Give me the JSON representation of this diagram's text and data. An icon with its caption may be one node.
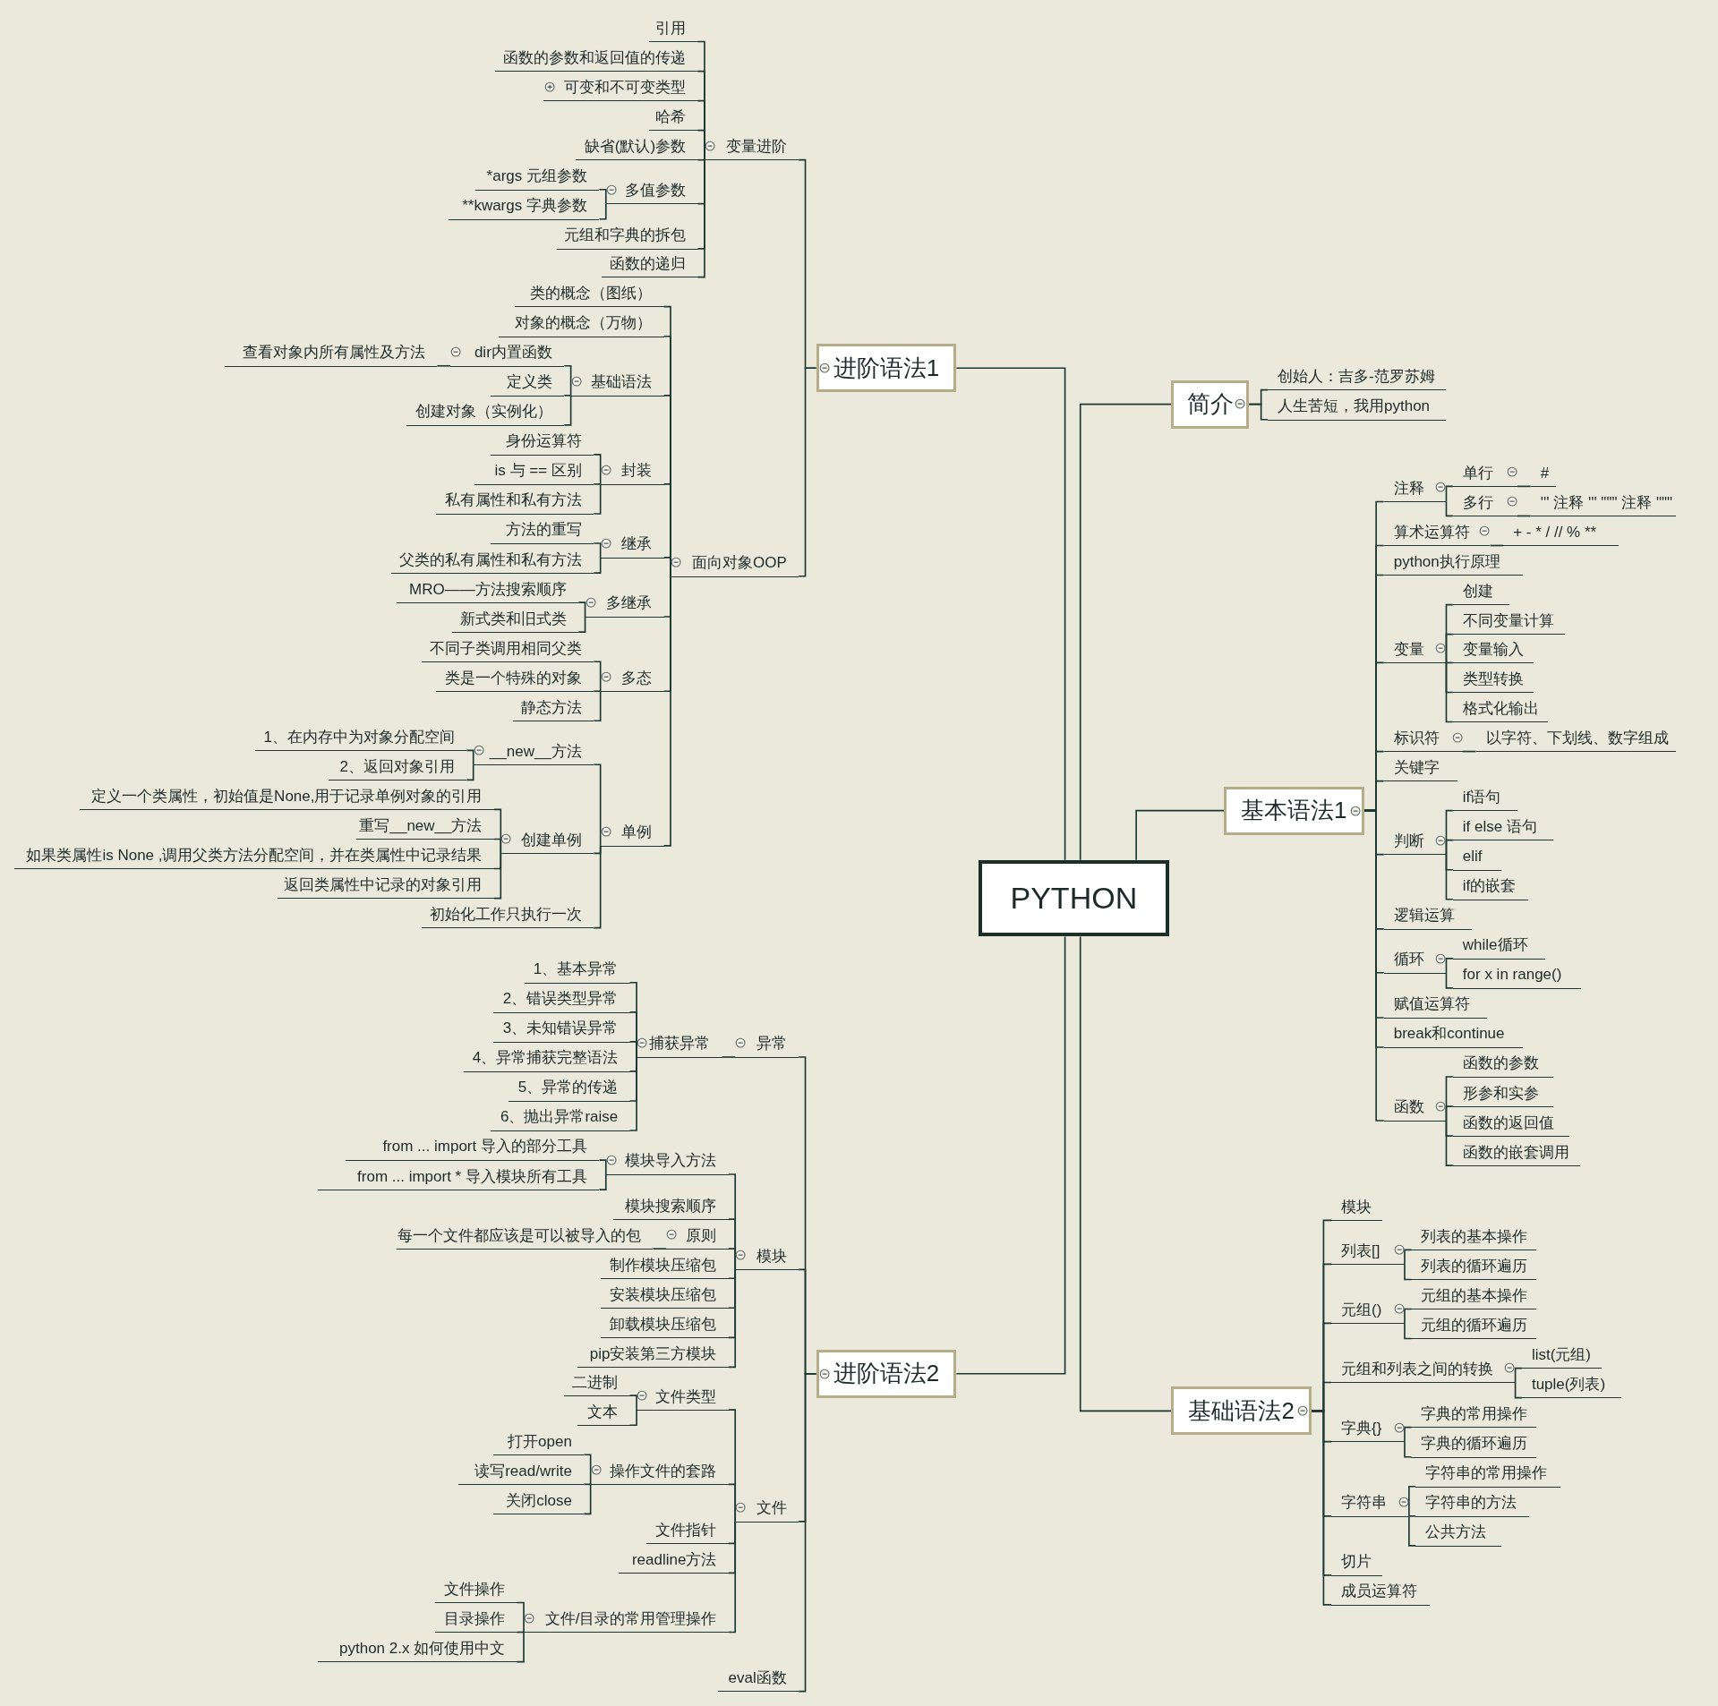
{
  "diagram": {
    "nodes": [
      {
        "text": [
          "PYTHON"
        ]
      },
      {
        "text": [
          "进阶语法1"
        ]
      },
      {
        "text": [
          "变量进阶"
        ]
      },
      {
        "text": [
          "引用"
        ]
      },
      {
        "text": [
          "函数的参数和返回值的传递"
        ]
      },
      {
        "text": [
          "可变和不可变类型"
        ]
      },
      {
        "text": [
          "哈希"
        ]
      },
      {
        "text": [
          "缺省(默认)参数"
        ]
      },
      {
        "text": [
          "多值参数"
        ]
      },
      {
        "text": [
          "*args 元组参数"
        ]
      },
      {
        "text": [
          "**kwargs 字典参数"
        ]
      },
      {
        "text": [
          "元组和字典的拆包"
        ]
      },
      {
        "text": [
          "函数的递归"
        ]
      },
      {
        "text": [
          "面向对象OOP"
        ]
      },
      {
        "text": [
          "类的概念（图纸）"
        ]
      },
      {
        "text": [
          "对象的概念（万物）"
        ]
      },
      {
        "text": [
          "基础语法"
        ]
      },
      {
        "text": [
          "dir内置函数"
        ]
      },
      {
        "text": [
          "查看对象内所有属性及方法"
        ]
      },
      {
        "text": [
          "定义类"
        ]
      },
      {
        "text": [
          "创建对象（实例化）"
        ]
      },
      {
        "text": [
          "封装"
        ]
      },
      {
        "text": [
          "身份运算符"
        ]
      },
      {
        "text": [
          "is 与 == 区别"
        ]
      },
      {
        "text": [
          "私有属性和私有方法"
        ]
      },
      {
        "text": [
          "继承"
        ]
      },
      {
        "text": [
          "方法的重写"
        ]
      },
      {
        "text": [
          "父类的私有属性和私有方法"
        ]
      },
      {
        "text": [
          "多继承"
        ]
      },
      {
        "text": [
          "MRO——方法搜索顺序"
        ]
      },
      {
        "text": [
          "新式类和旧式类"
        ]
      },
      {
        "text": [
          "多态"
        ]
      },
      {
        "text": [
          "不同子类调用相同父类"
        ]
      },
      {
        "text": [
          "类是一个特殊的对象"
        ]
      },
      {
        "text": [
          "静态方法"
        ]
      },
      {
        "text": [
          "单例"
        ]
      },
      {
        "text": [
          "__new__方法"
        ]
      },
      {
        "text": [
          "1、在内存中为对象分配空间"
        ]
      },
      {
        "text": [
          "2、返回对象引用"
        ]
      },
      {
        "text": [
          "创建单例"
        ]
      },
      {
        "text": [
          "定义一个类属性，初始值是None,用于记录单例对象的引用"
        ]
      },
      {
        "text": [
          "重写__new__方法"
        ]
      },
      {
        "text": [
          "如果类属性is None ,调用父类方法分配空间，并在类属性中记录结果"
        ]
      },
      {
        "text": [
          "返回类属性中记录的对象引用"
        ]
      },
      {
        "text": [
          "初始化工作只执行一次"
        ]
      },
      {
        "text": [
          "进阶语法2"
        ]
      },
      {
        "text": [
          "异常"
        ]
      },
      {
        "text": [
          "捕获异常"
        ]
      },
      {
        "text": [
          "1、基本异常"
        ]
      },
      {
        "text": [
          "2、错误类型异常"
        ]
      },
      {
        "text": [
          "3、未知错误异常"
        ]
      },
      {
        "text": [
          "4、异常捕获完整语法"
        ]
      },
      {
        "text": [
          "5、异常的传递"
        ]
      },
      {
        "text": [
          "6、抛出异常raise"
        ]
      },
      {
        "text": [
          "模块"
        ]
      },
      {
        "text": [
          "模块导入方法"
        ]
      },
      {
        "text": [
          "from ... import 导入的部分工具"
        ]
      },
      {
        "text": [
          "from ... import * 导入模块所有工具"
        ]
      },
      {
        "text": [
          "模块搜索顺序"
        ]
      },
      {
        "text": [
          "原则"
        ]
      },
      {
        "text": [
          "每一个文件都应该是可以被导入的包"
        ]
      },
      {
        "text": [
          "制作模块压缩包"
        ]
      },
      {
        "text": [
          "安装模块压缩包"
        ]
      },
      {
        "text": [
          "卸载模块压缩包"
        ]
      },
      {
        "text": [
          "pip安装第三方模块"
        ]
      },
      {
        "text": [
          "文件"
        ]
      },
      {
        "text": [
          "文件类型"
        ]
      },
      {
        "text": [
          "二进制"
        ]
      },
      {
        "text": [
          "文本"
        ]
      },
      {
        "text": [
          "操作文件的套路"
        ]
      },
      {
        "text": [
          "打开open"
        ]
      },
      {
        "text": [
          "读写read/write"
        ]
      },
      {
        "text": [
          "关闭close"
        ]
      },
      {
        "text": [
          "文件指针"
        ]
      },
      {
        "text": [
          "readline方法"
        ]
      },
      {
        "text": [
          "文件/目录的常用管理操作"
        ]
      },
      {
        "text": [
          "文件操作"
        ]
      },
      {
        "text": [
          "目录操作"
        ]
      },
      {
        "text": [
          "python 2.x 如何使用中文"
        ]
      },
      {
        "text": [
          "eval函数"
        ]
      },
      {
        "text": [
          "简介"
        ]
      },
      {
        "text": [
          "创始人：吉多-范罗苏姆"
        ]
      },
      {
        "text": [
          "人生苦短，我用python"
        ]
      },
      {
        "text": [
          "基本语法1"
        ]
      },
      {
        "text": [
          "注释"
        ]
      },
      {
        "text": [
          "单行"
        ]
      },
      {
        "text": [
          "#"
        ]
      },
      {
        "text": [
          "多行"
        ]
      },
      {
        "text": [
          "''' 注释 ''' \"\"\" 注释 \"\"\""
        ]
      },
      {
        "text": [
          "算术运算符"
        ]
      },
      {
        "text": [
          "+ - * / // % **"
        ]
      },
      {
        "text": [
          "python执行原理"
        ]
      },
      {
        "text": [
          "变量"
        ]
      },
      {
        "text": [
          "创建"
        ]
      },
      {
        "text": [
          "不同变量计算"
        ]
      },
      {
        "text": [
          "变量输入"
        ]
      },
      {
        "text": [
          "类型转换"
        ]
      },
      {
        "text": [
          "格式化输出"
        ]
      },
      {
        "text": [
          "标识符"
        ]
      },
      {
        "text": [
          "以字符、下划线、数字组成"
        ]
      },
      {
        "text": [
          "关键字"
        ]
      },
      {
        "text": [
          "判断"
        ]
      },
      {
        "text": [
          "if语句"
        ]
      },
      {
        "text": [
          "if else 语句"
        ]
      },
      {
        "text": [
          "elif"
        ]
      },
      {
        "text": [
          "if的嵌套"
        ]
      },
      {
        "text": [
          "逻辑运算"
        ]
      },
      {
        "text": [
          "循环"
        ]
      },
      {
        "text": [
          "while循环"
        ]
      },
      {
        "text": [
          "for x in range()"
        ]
      },
      {
        "text": [
          "赋值运算符"
        ]
      },
      {
        "text": [
          "break和continue"
        ]
      },
      {
        "text": [
          "函数"
        ]
      },
      {
        "text": [
          "函数的参数"
        ]
      },
      {
        "text": [
          "形参和实参"
        ]
      },
      {
        "text": [
          "函数的返回值"
        ]
      },
      {
        "text": [
          "函数的嵌套调用"
        ]
      },
      {
        "text": [
          "基础语法2"
        ]
      },
      {
        "text": [
          "模块"
        ]
      },
      {
        "text": [
          "列表[]"
        ]
      },
      {
        "text": [
          "列表的基本操作"
        ]
      },
      {
        "text": [
          "列表的循环遍历"
        ]
      },
      {
        "text": [
          "元组()"
        ]
      },
      {
        "text": [
          "元组的基本操作"
        ]
      },
      {
        "text": [
          "元组的循环遍历"
        ]
      },
      {
        "text": [
          "元组和列表之间的转换"
        ]
      },
      {
        "text": [
          "list(元组)"
        ]
      },
      {
        "text": [
          "tuple(列表)"
        ]
      },
      {
        "text": [
          "字典{}"
        ]
      },
      {
        "text": [
          "字典的常用操作"
        ]
      },
      {
        "text": [
          "字典的循环遍历"
        ]
      },
      {
        "text": [
          "字符串"
        ]
      },
      {
        "text": [
          "字符串的常用操作"
        ]
      },
      {
        "text": [
          "字符串的方法"
        ]
      },
      {
        "text": [
          "公共方法"
        ]
      },
      {
        "text": [
          "切片"
        ]
      },
      {
        "text": [
          "成员运算符"
        ]
      }
    ],
    "edges": [
      {
        "from": 0,
        "to": 1,
        "arrow": "none"
      },
      {
        "from": 0,
        "to": 45,
        "arrow": "none"
      },
      {
        "from": 0,
        "to": 80,
        "arrow": "none"
      },
      {
        "from": 0,
        "to": 83,
        "arrow": "none"
      },
      {
        "from": 0,
        "to": 117,
        "arrow": "none"
      },
      {
        "from": 1,
        "to": 2,
        "arrow": "none"
      },
      {
        "from": 1,
        "to": 13,
        "arrow": "none"
      },
      {
        "from": 2,
        "to": 3,
        "arrow": "none"
      },
      {
        "from": 2,
        "to": 4,
        "arrow": "none"
      },
      {
        "from": 2,
        "to": 5,
        "arrow": "none"
      },
      {
        "from": 2,
        "to": 6,
        "arrow": "none"
      },
      {
        "from": 2,
        "to": 7,
        "arrow": "none"
      },
      {
        "from": 2,
        "to": 8,
        "arrow": "none"
      },
      {
        "from": 2,
        "to": 11,
        "arrow": "none"
      },
      {
        "from": 2,
        "to": 12,
        "arrow": "none"
      },
      {
        "from": 8,
        "to": 9,
        "arrow": "none"
      },
      {
        "from": 8,
        "to": 10,
        "arrow": "none"
      },
      {
        "from": 13,
        "to": 14,
        "arrow": "none"
      },
      {
        "from": 13,
        "to": 15,
        "arrow": "none"
      },
      {
        "from": 13,
        "to": 16,
        "arrow": "none"
      },
      {
        "from": 13,
        "to": 21,
        "arrow": "none"
      },
      {
        "from": 13,
        "to": 25,
        "arrow": "none"
      },
      {
        "from": 13,
        "to": 28,
        "arrow": "none"
      },
      {
        "from": 13,
        "to": 31,
        "arrow": "none"
      },
      {
        "from": 13,
        "to": 35,
        "arrow": "none"
      },
      {
        "from": 16,
        "to": 17,
        "arrow": "none"
      },
      {
        "from": 16,
        "to": 19,
        "arrow": "none"
      },
      {
        "from": 16,
        "to": 20,
        "arrow": "none"
      },
      {
        "from": 17,
        "to": 18,
        "arrow": "none"
      },
      {
        "from": 21,
        "to": 22,
        "arrow": "none"
      },
      {
        "from": 21,
        "to": 23,
        "arrow": "none"
      },
      {
        "from": 21,
        "to": 24,
        "arrow": "none"
      },
      {
        "from": 25,
        "to": 26,
        "arrow": "none"
      },
      {
        "from": 25,
        "to": 27,
        "arrow": "none"
      },
      {
        "from": 28,
        "to": 29,
        "arrow": "none"
      },
      {
        "from": 28,
        "to": 30,
        "arrow": "none"
      },
      {
        "from": 31,
        "to": 32,
        "arrow": "none"
      },
      {
        "from": 31,
        "to": 33,
        "arrow": "none"
      },
      {
        "from": 31,
        "to": 34,
        "arrow": "none"
      },
      {
        "from": 35,
        "to": 36,
        "arrow": "none"
      },
      {
        "from": 35,
        "to": 39,
        "arrow": "none"
      },
      {
        "from": 35,
        "to": 44,
        "arrow": "none"
      },
      {
        "from": 36,
        "to": 37,
        "arrow": "none"
      },
      {
        "from": 36,
        "to": 38,
        "arrow": "none"
      },
      {
        "from": 39,
        "to": 40,
        "arrow": "none"
      },
      {
        "from": 39,
        "to": 41,
        "arrow": "none"
      },
      {
        "from": 39,
        "to": 42,
        "arrow": "none"
      },
      {
        "from": 39,
        "to": 43,
        "arrow": "none"
      },
      {
        "from": 45,
        "to": 46,
        "arrow": "none"
      },
      {
        "from": 45,
        "to": 54,
        "arrow": "none"
      },
      {
        "from": 45,
        "to": 65,
        "arrow": "none"
      },
      {
        "from": 45,
        "to": 79,
        "arrow": "none"
      },
      {
        "from": 46,
        "to": 47,
        "arrow": "none"
      },
      {
        "from": 47,
        "to": 48,
        "arrow": "none"
      },
      {
        "from": 47,
        "to": 49,
        "arrow": "none"
      },
      {
        "from": 47,
        "to": 50,
        "arrow": "none"
      },
      {
        "from": 47,
        "to": 51,
        "arrow": "none"
      },
      {
        "from": 47,
        "to": 52,
        "arrow": "none"
      },
      {
        "from": 47,
        "to": 53,
        "arrow": "none"
      },
      {
        "from": 54,
        "to": 55,
        "arrow": "none"
      },
      {
        "from": 54,
        "to": 58,
        "arrow": "none"
      },
      {
        "from": 54,
        "to": 59,
        "arrow": "none"
      },
      {
        "from": 54,
        "to": 61,
        "arrow": "none"
      },
      {
        "from": 54,
        "to": 62,
        "arrow": "none"
      },
      {
        "from": 54,
        "to": 63,
        "arrow": "none"
      },
      {
        "from": 54,
        "to": 64,
        "arrow": "none"
      },
      {
        "from": 55,
        "to": 56,
        "arrow": "none"
      },
      {
        "from": 55,
        "to": 57,
        "arrow": "none"
      },
      {
        "from": 59,
        "to": 60,
        "arrow": "none"
      },
      {
        "from": 65,
        "to": 66,
        "arrow": "none"
      },
      {
        "from": 65,
        "to": 69,
        "arrow": "none"
      },
      {
        "from": 65,
        "to": 73,
        "arrow": "none"
      },
      {
        "from": 65,
        "to": 74,
        "arrow": "none"
      },
      {
        "from": 65,
        "to": 75,
        "arrow": "none"
      },
      {
        "from": 66,
        "to": 67,
        "arrow": "none"
      },
      {
        "from": 66,
        "to": 68,
        "arrow": "none"
      },
      {
        "from": 69,
        "to": 70,
        "arrow": "none"
      },
      {
        "from": 69,
        "to": 71,
        "arrow": "none"
      },
      {
        "from": 69,
        "to": 72,
        "arrow": "none"
      },
      {
        "from": 75,
        "to": 76,
        "arrow": "none"
      },
      {
        "from": 75,
        "to": 77,
        "arrow": "none"
      },
      {
        "from": 75,
        "to": 78,
        "arrow": "none"
      },
      {
        "from": 80,
        "to": 81,
        "arrow": "none"
      },
      {
        "from": 80,
        "to": 82,
        "arrow": "none"
      },
      {
        "from": 83,
        "to": 84,
        "arrow": "none"
      },
      {
        "from": 83,
        "to": 89,
        "arrow": "none"
      },
      {
        "from": 83,
        "to": 91,
        "arrow": "none"
      },
      {
        "from": 83,
        "to": 92,
        "arrow": "none"
      },
      {
        "from": 83,
        "to": 98,
        "arrow": "none"
      },
      {
        "from": 83,
        "to": 100,
        "arrow": "none"
      },
      {
        "from": 83,
        "to": 101,
        "arrow": "none"
      },
      {
        "from": 83,
        "to": 106,
        "arrow": "none"
      },
      {
        "from": 83,
        "to": 107,
        "arrow": "none"
      },
      {
        "from": 83,
        "to": 110,
        "arrow": "none"
      },
      {
        "from": 83,
        "to": 111,
        "arrow": "none"
      },
      {
        "from": 83,
        "to": 112,
        "arrow": "none"
      },
      {
        "from": 84,
        "to": 85,
        "arrow": "none"
      },
      {
        "from": 84,
        "to": 87,
        "arrow": "none"
      },
      {
        "from": 85,
        "to": 86,
        "arrow": "none"
      },
      {
        "from": 87,
        "to": 88,
        "arrow": "none"
      },
      {
        "from": 89,
        "to": 90,
        "arrow": "none"
      },
      {
        "from": 92,
        "to": 93,
        "arrow": "none"
      },
      {
        "from": 92,
        "to": 94,
        "arrow": "none"
      },
      {
        "from": 92,
        "to": 95,
        "arrow": "none"
      },
      {
        "from": 92,
        "to": 96,
        "arrow": "none"
      },
      {
        "from": 92,
        "to": 97,
        "arrow": "none"
      },
      {
        "from": 98,
        "to": 99,
        "arrow": "none"
      },
      {
        "from": 101,
        "to": 102,
        "arrow": "none"
      },
      {
        "from": 101,
        "to": 103,
        "arrow": "none"
      },
      {
        "from": 101,
        "to": 104,
        "arrow": "none"
      },
      {
        "from": 101,
        "to": 105,
        "arrow": "none"
      },
      {
        "from": 107,
        "to": 108,
        "arrow": "none"
      },
      {
        "from": 107,
        "to": 109,
        "arrow": "none"
      },
      {
        "from": 112,
        "to": 113,
        "arrow": "none"
      },
      {
        "from": 112,
        "to": 114,
        "arrow": "none"
      },
      {
        "from": 112,
        "to": 115,
        "arrow": "none"
      },
      {
        "from": 112,
        "to": 116,
        "arrow": "none"
      },
      {
        "from": 117,
        "to": 118,
        "arrow": "none"
      },
      {
        "from": 117,
        "to": 119,
        "arrow": "none"
      },
      {
        "from": 117,
        "to": 122,
        "arrow": "none"
      },
      {
        "from": 117,
        "to": 125,
        "arrow": "none"
      },
      {
        "from": 117,
        "to": 128,
        "arrow": "none"
      },
      {
        "from": 117,
        "to": 131,
        "arrow": "none"
      },
      {
        "from": 117,
        "to": 135,
        "arrow": "none"
      },
      {
        "from": 117,
        "to": 136,
        "arrow": "none"
      },
      {
        "from": 119,
        "to": 120,
        "arrow": "none"
      },
      {
        "from": 119,
        "to": 121,
        "arrow": "none"
      },
      {
        "from": 122,
        "to": 123,
        "arrow": "none"
      },
      {
        "from": 122,
        "to": 124,
        "arrow": "none"
      },
      {
        "from": 125,
        "to": 126,
        "arrow": "none"
      },
      {
        "from": 125,
        "to": 127,
        "arrow": "none"
      },
      {
        "from": 128,
        "to": 129,
        "arrow": "none"
      },
      {
        "from": 128,
        "to": 130,
        "arrow": "none"
      },
      {
        "from": 131,
        "to": 132,
        "arrow": "none"
      },
      {
        "from": 131,
        "to": 133,
        "arrow": "none"
      },
      {
        "from": 131,
        "to": 134,
        "arrow": "none"
      }
    ]
  }
}
